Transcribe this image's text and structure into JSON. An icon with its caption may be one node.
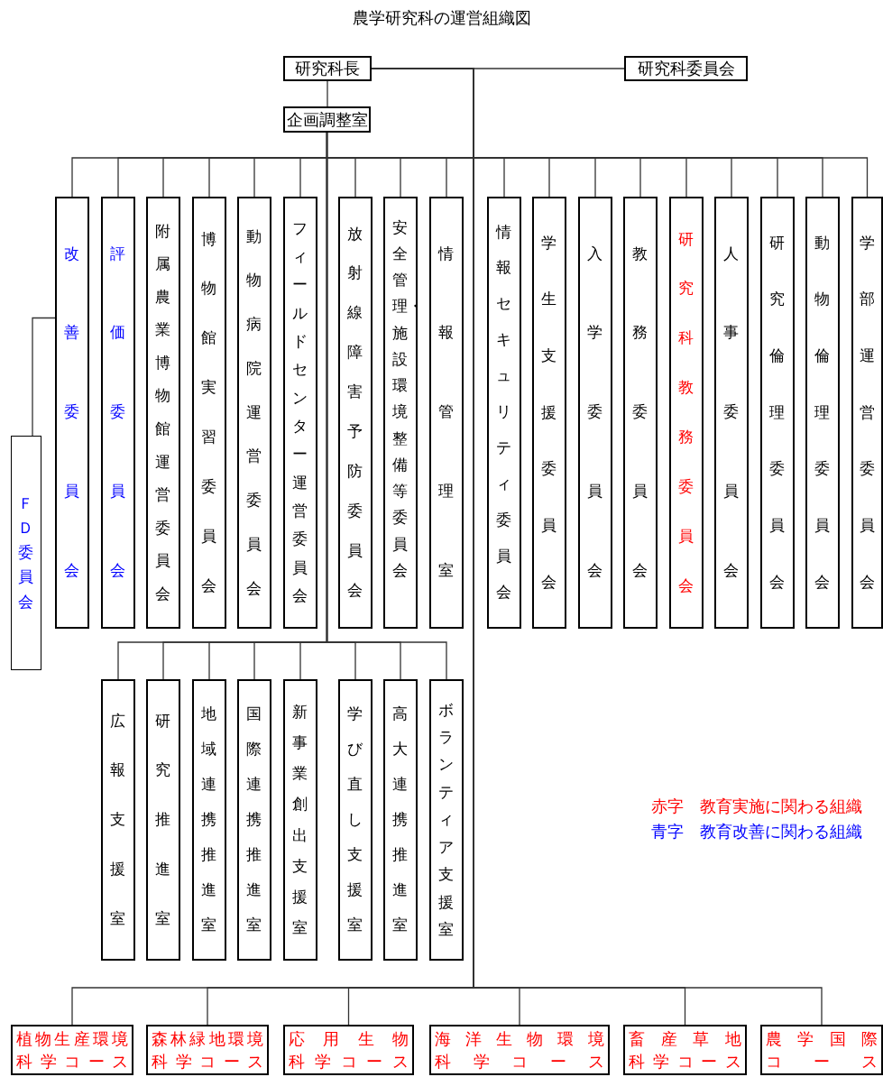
{
  "diagram": {
    "title": "農学研究科の運営組織図",
    "nodes": [
      {
        "text": [
          "研究科長"
        ]
      },
      {
        "text": [
          "研究科委員会"
        ]
      },
      {
        "text": [
          "企画調整室"
        ]
      },
      {
        "text": [
          "改善委員会"
        ]
      },
      {
        "text": [
          "評価委員会"
        ]
      },
      {
        "text": [
          "附属農業博物館運営委員会"
        ]
      },
      {
        "text": [
          "博物館実習委員会"
        ]
      },
      {
        "text": [
          "動物病院運営委員会"
        ]
      },
      {
        "text": [
          "フィールドセンター運営委員会"
        ]
      },
      {
        "text": [
          "放射線障害予防委員会"
        ]
      },
      {
        "text": [
          "安全管理・施設環境整備等委員会"
        ]
      },
      {
        "text": [
          "情報管理室"
        ]
      },
      {
        "text": [
          "情報セキュリティ委員会"
        ]
      },
      {
        "text": [
          "学生支援委員会"
        ]
      },
      {
        "text": [
          "入学委員会"
        ]
      },
      {
        "text": [
          "教務委員会"
        ]
      },
      {
        "text": [
          "研究科教務委員会"
        ]
      },
      {
        "text": [
          "人事委員会"
        ]
      },
      {
        "text": [
          "研究倫理委員会"
        ]
      },
      {
        "text": [
          "動物倫理委員会"
        ]
      },
      {
        "text": [
          "学部運営委員会"
        ]
      },
      {
        "text": [
          "ＦＤ委員会"
        ]
      },
      {
        "text": [
          "広報支援室"
        ]
      },
      {
        "text": [
          "研究推進室"
        ]
      },
      {
        "text": [
          "地域連携推進室"
        ]
      },
      {
        "text": [
          "国際連携推進室"
        ]
      },
      {
        "text": [
          "新事業創出支援室"
        ]
      },
      {
        "text": [
          "学び直し支援室"
        ]
      },
      {
        "text": [
          "高大連携推進室"
        ]
      },
      {
        "text": [
          "ボランティア支援室"
        ]
      },
      {
        "text": [
          "植物生産環境科学コース"
        ]
      },
      {
        "text": [
          "森林緑地環境科学コース"
        ]
      },
      {
        "text": [
          "応用生物科学コース"
        ]
      },
      {
        "text": [
          "海洋生物環境科学コース"
        ]
      },
      {
        "text": [
          "畜産草地科学コース"
        ]
      },
      {
        "text": [
          "農学国際コース"
        ]
      }
    ],
    "edges": [
      {
        "from": 0,
        "to": 1,
        "arrow": "none"
      },
      {
        "from": 0,
        "to": 2,
        "arrow": "none"
      },
      {
        "from": 0,
        "to": 3,
        "arrow": "none"
      },
      {
        "from": 0,
        "to": 4,
        "arrow": "none"
      },
      {
        "from": 0,
        "to": 5,
        "arrow": "none"
      },
      {
        "from": 0,
        "to": 6,
        "arrow": "none"
      },
      {
        "from": 0,
        "to": 7,
        "arrow": "none"
      },
      {
        "from": 0,
        "to": 8,
        "arrow": "none"
      },
      {
        "from": 0,
        "to": 9,
        "arrow": "none"
      },
      {
        "from": 0,
        "to": 10,
        "arrow": "none"
      },
      {
        "from": 0,
        "to": 11,
        "arrow": "none"
      },
      {
        "from": 0,
        "to": 12,
        "arrow": "none"
      },
      {
        "from": 0,
        "to": 13,
        "arrow": "none"
      },
      {
        "from": 0,
        "to": 14,
        "arrow": "none"
      },
      {
        "from": 0,
        "to": 15,
        "arrow": "none"
      },
      {
        "from": 0,
        "to": 16,
        "arrow": "none"
      },
      {
        "from": 0,
        "to": 17,
        "arrow": "none"
      },
      {
        "from": 0,
        "to": 18,
        "arrow": "none"
      },
      {
        "from": 0,
        "to": 19,
        "arrow": "none"
      },
      {
        "from": 0,
        "to": 20,
        "arrow": "none"
      },
      {
        "from": 3,
        "to": 21,
        "arrow": "none"
      },
      {
        "from": 2,
        "to": 22,
        "arrow": "none"
      },
      {
        "from": 2,
        "to": 23,
        "arrow": "none"
      },
      {
        "from": 2,
        "to": 24,
        "arrow": "none"
      },
      {
        "from": 2,
        "to": 25,
        "arrow": "none"
      },
      {
        "from": 2,
        "to": 26,
        "arrow": "none"
      },
      {
        "from": 2,
        "to": 27,
        "arrow": "none"
      },
      {
        "from": 2,
        "to": 28,
        "arrow": "none"
      },
      {
        "from": 2,
        "to": 29,
        "arrow": "none"
      },
      {
        "from": 0,
        "to": 30,
        "arrow": "none"
      },
      {
        "from": 0,
        "to": 31,
        "arrow": "none"
      },
      {
        "from": 0,
        "to": 32,
        "arrow": "none"
      },
      {
        "from": 0,
        "to": 33,
        "arrow": "none"
      },
      {
        "from": 0,
        "to": 34,
        "arrow": "none"
      },
      {
        "from": 0,
        "to": 35,
        "arrow": "none"
      }
    ],
    "legend": [
      {
        "text": "赤字　教育実施に関わる組織",
        "color": "#ff0000"
      },
      {
        "text": "青字　教育改善に関わる組織",
        "color": "#0000ff"
      }
    ]
  }
}
